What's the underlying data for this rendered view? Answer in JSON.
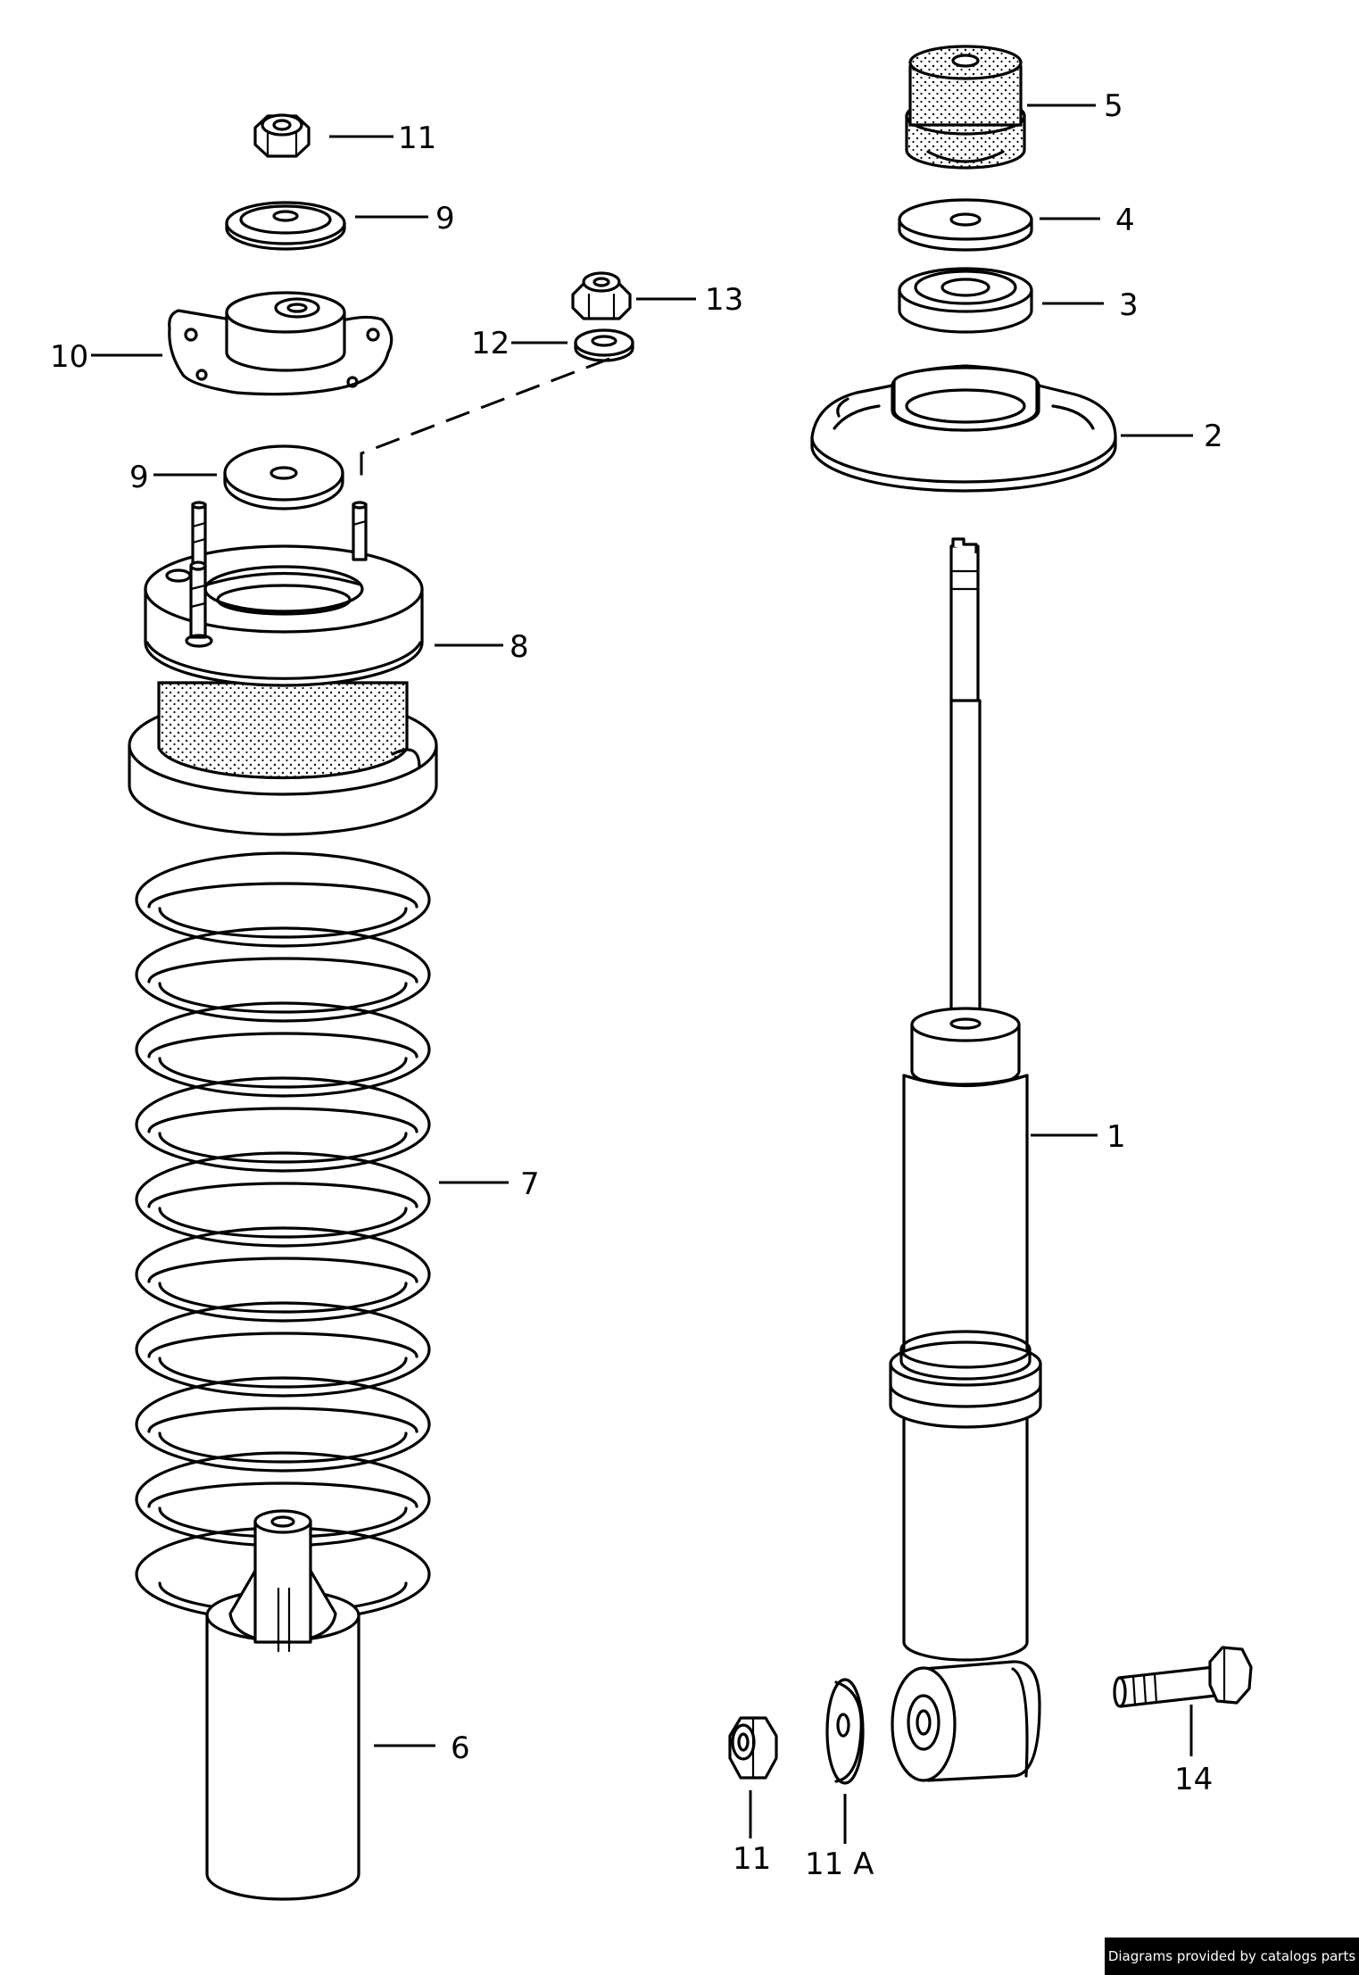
{
  "labels": {
    "l1": "1",
    "l2": "2",
    "l3": "3",
    "l4": "4",
    "l5": "5",
    "l6": "6",
    "l7": "7",
    "l8": "8",
    "l9a": "9",
    "l9b": "9",
    "l10": "10",
    "l11a": "11",
    "l11b": "11",
    "l11A": "11 A",
    "l12": "12",
    "l13": "13",
    "l14": "14"
  },
  "footer": {
    "credit": "Diagrams provided by catalogs parts"
  },
  "colors": {
    "ink": "#000000",
    "paper": "#ffffff",
    "credit_bg": "#000000",
    "credit_text": "#ffffff"
  }
}
